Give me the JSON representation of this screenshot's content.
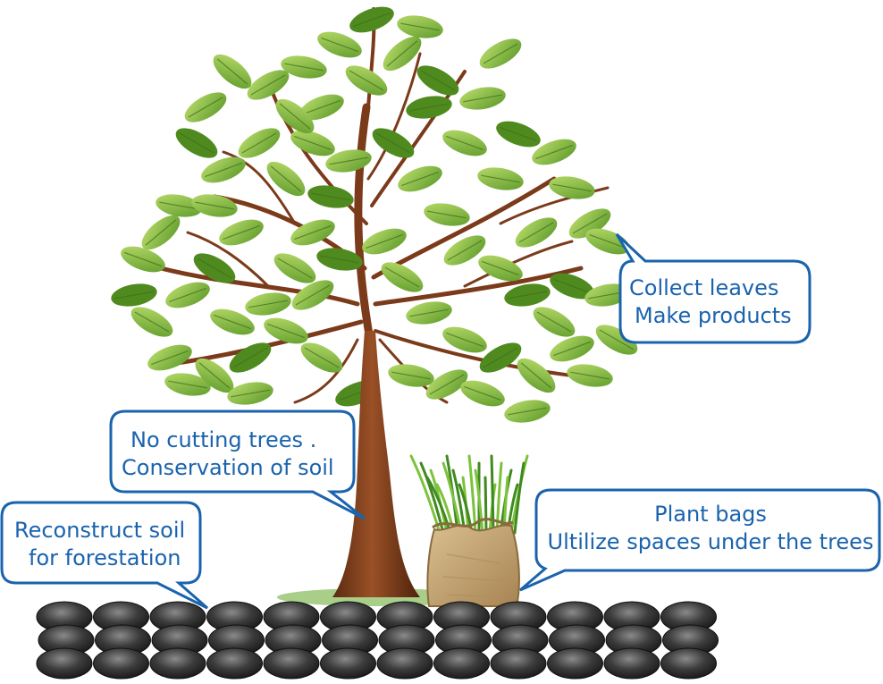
{
  "callouts": {
    "collect_leaves": {
      "line1": "Collect leaves",
      "line2": "Make products"
    },
    "no_cutting": {
      "line1": "No cutting trees .",
      "line2": "Conservation of soil"
    },
    "reconstruct_soil": {
      "line1": "Reconstruct soil",
      "line2": "for forestation"
    },
    "plant_bags": {
      "line1": "Plant bags",
      "line2": "Ultilize spaces under the trees"
    }
  },
  "colors": {
    "callout_border": "#1a63ad",
    "callout_text": "#1a63ad",
    "trunk": "#7b3a1a",
    "leaf": "#8cc63f",
    "leaf_dark": "#4f8a1f",
    "stone": "#3a3a3a",
    "sack": "#c8a776"
  }
}
